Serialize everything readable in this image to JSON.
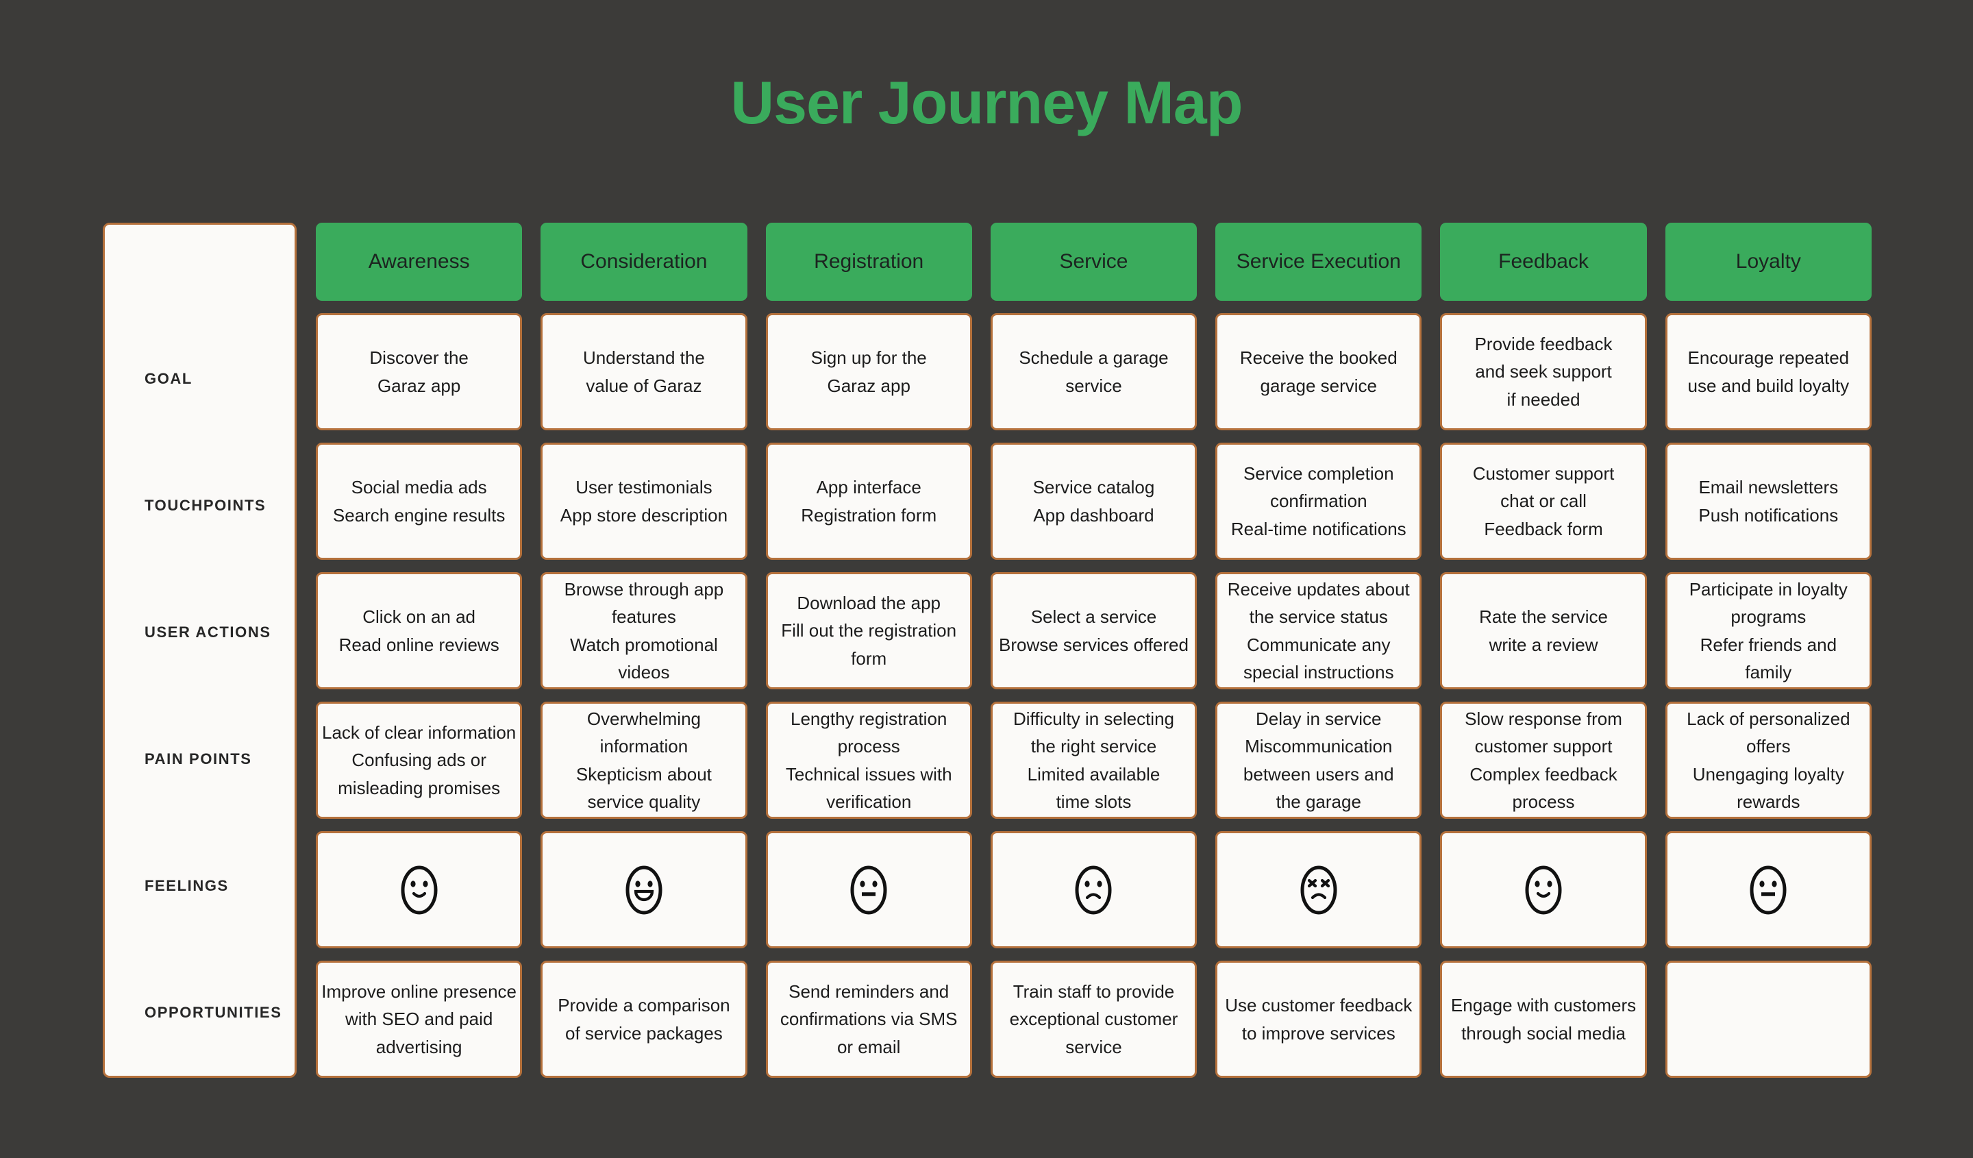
{
  "title": "User Journey Map",
  "colors": {
    "background": "#3c3b39",
    "accent_green": "#3aab5c",
    "card_border": "#b5713c",
    "card_fill": "#fbfaf8",
    "text": "#1c1c1c"
  },
  "stages": [
    "Awareness",
    "Consideration",
    "Registration",
    "Service",
    "Service Execution",
    "Feedback",
    "Loyalty"
  ],
  "row_labels": [
    "GOAL",
    "TOUCHPOINTS",
    "USER ACTIONS",
    "PAIN POINTS",
    "FEELINGS",
    "OPPORTUNITIES"
  ],
  "rows": {
    "goal": [
      [
        "Discover the",
        "Garaz app"
      ],
      [
        "Understand the",
        "value of Garaz"
      ],
      [
        "Sign up for the",
        "Garaz app"
      ],
      [
        "Schedule a garage",
        "service"
      ],
      [
        "Receive the booked",
        "garage service"
      ],
      [
        "Provide feedback",
        "and seek support",
        "if needed"
      ],
      [
        "Encourage repeated",
        "use and build loyalty"
      ]
    ],
    "touchpoints": [
      [
        "Social media ads",
        "Search engine results"
      ],
      [
        "User testimonials",
        "App store description"
      ],
      [
        "App interface",
        "Registration form"
      ],
      [
        "Service catalog",
        "App dashboard"
      ],
      [
        "Service completion",
        "confirmation",
        "Real-time notifications"
      ],
      [
        "Customer support",
        "chat or call",
        "Feedback form"
      ],
      [
        "Email newsletters",
        "Push notifications"
      ]
    ],
    "user_actions": [
      [
        "Click on an ad",
        "Read online reviews"
      ],
      [
        "Browse through app",
        "features",
        "Watch promotional",
        "videos"
      ],
      [
        "Download the app",
        "Fill out the registration",
        "form"
      ],
      [
        "Select a service",
        "Browse services offered"
      ],
      [
        "Receive updates about",
        "the service status",
        "Communicate any",
        "special instructions"
      ],
      [
        "Rate the service",
        "write a review"
      ],
      [
        "Participate in loyalty",
        "programs",
        "Refer friends and",
        "family"
      ]
    ],
    "pain_points": [
      [
        "Lack of clear information",
        "Confusing ads or",
        "misleading promises"
      ],
      [
        "Overwhelming",
        "information",
        "Skepticism about",
        "service quality"
      ],
      [
        "Lengthy registration",
        "process",
        "Technical issues with",
        "verification"
      ],
      [
        "Difficulty in selecting",
        "the right service",
        "Limited available",
        "time slots"
      ],
      [
        "Delay in service",
        "Miscommunication",
        "between users and",
        "the garage"
      ],
      [
        "Slow response from",
        "customer support",
        "Complex feedback",
        "process"
      ],
      [
        "Lack of personalized",
        "offers",
        "Unengaging loyalty",
        "rewards"
      ]
    ],
    "feelings": [
      "slightly-smiling-face",
      "grinning-face",
      "neutral-face",
      "frowning-face",
      "confounded-face",
      "slightly-smiling-face",
      "neutral-face"
    ],
    "opportunities": [
      [
        "Improve online presence",
        "with SEO and paid",
        "advertising"
      ],
      [
        "Provide a comparison",
        "of service packages"
      ],
      [
        "Send reminders and",
        "confirmations via SMS",
        "or email"
      ],
      [
        "Train staff to provide",
        "exceptional customer",
        "service"
      ],
      [
        "Use customer feedback",
        "to improve services"
      ],
      [
        "Engage with customers",
        "through social media"
      ],
      []
    ]
  }
}
